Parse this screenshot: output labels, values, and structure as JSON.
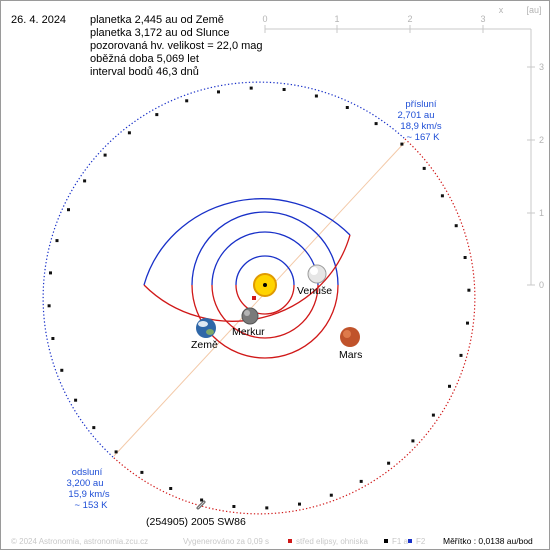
{
  "header": {
    "date": "26. 4. 2024",
    "lines": [
      "planetka 2,445 au od Země",
      "planetka 3,172 au od Slunce",
      "pozorovaná hv. velikost = 22,0 mag",
      "oběžná doba 5,069 let",
      "interval bodů 46,3 dnů"
    ]
  },
  "axes": {
    "x_ticks": [
      "0",
      "1",
      "2",
      "3"
    ],
    "x_label": "x",
    "unit": "[au]",
    "y_ticks": [
      "3",
      "2",
      "1",
      "0"
    ]
  },
  "perihelion": {
    "title": "přísluní",
    "dist": "2,701 au",
    "speed": "18,9 km/s",
    "temp": "~ 167 K"
  },
  "aphelion": {
    "title": "odsluní",
    "dist": "3,200 au",
    "speed": "15,9 km/s",
    "temp": "~ 153 K"
  },
  "planets": {
    "venus": "Venuše",
    "mercury": "Merkur",
    "earth": "Země",
    "mars": "Mars"
  },
  "asteroid_name": "(254905) 2005 SW86",
  "footer": {
    "copyright": "© 2024 Astronomia, astronomia.zcu.cz",
    "generated": "Vygenerováno za 0,09 s",
    "legend": "střed elipsy, ohniska",
    "foci": "F1 a",
    "f2": "F2",
    "scale": "Měřítko : 0,0138 au/bod"
  },
  "colors": {
    "orbit_near": "#d01818",
    "orbit_far": "#1830c8",
    "blue_text": "#1f4fd6",
    "axis": "#c8c8c8"
  }
}
